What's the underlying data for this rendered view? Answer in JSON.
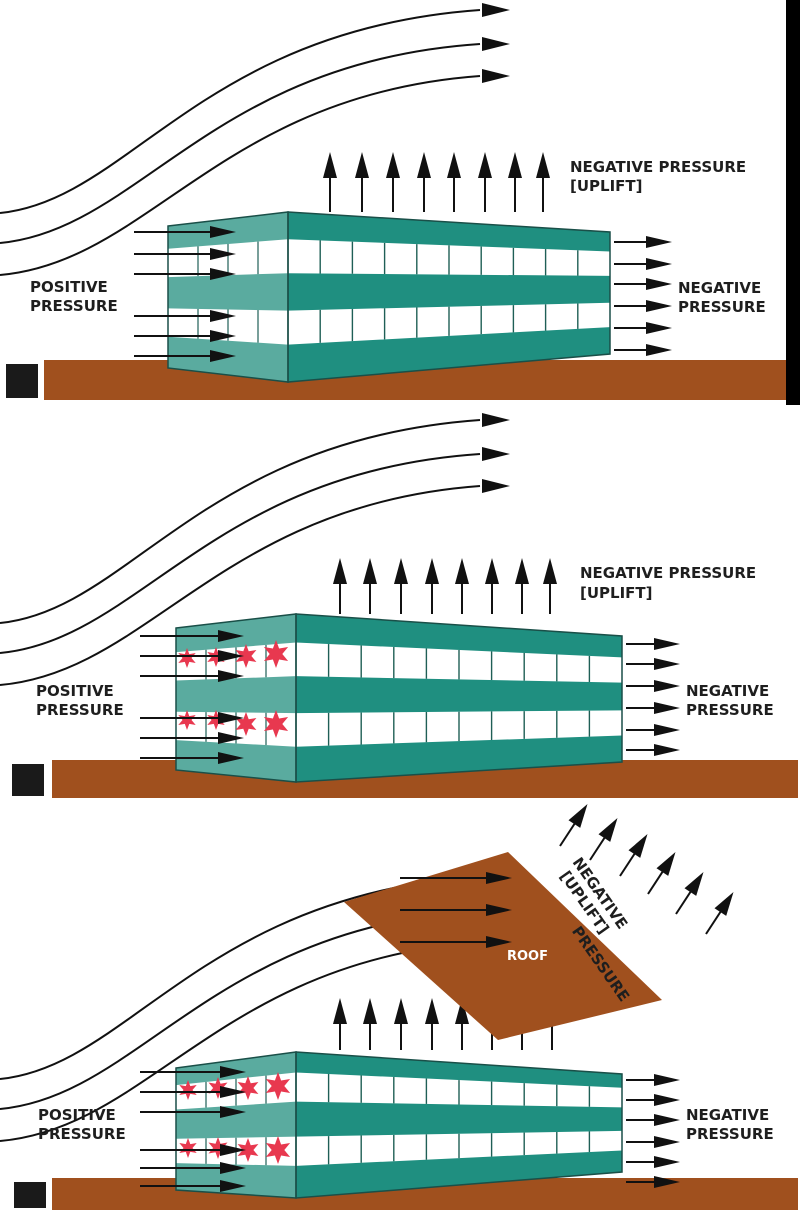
{
  "colors": {
    "teal_front": "#1f8f80",
    "teal_side": "#5aab9f",
    "window": "#ffffff",
    "window_line": "#1f5f56",
    "ground": "#a0501e",
    "roof": "#a0501e",
    "arrow": "#111111",
    "damage": "#e8384f",
    "page_right_border": "#000000"
  },
  "panels": [
    {
      "id": "intact",
      "labels": {
        "negative_top_line1": "NEGATIVE  PRESSURE",
        "negative_top_line2": "[UPLIFT]",
        "positive_line1": "POSITIVE",
        "positive_line2": "PRESSURE",
        "negative_side_line1": "NEGATIVE",
        "negative_side_line2": "PRESSURE"
      }
    },
    {
      "id": "windows-broken",
      "labels": {
        "negative_top_line1": "NEGATIVE  PRESSURE",
        "negative_top_line2": "[UPLIFT]",
        "positive_line1": "POSITIVE",
        "positive_line2": "PRESSURE",
        "negative_side_line1": "NEGATIVE",
        "negative_side_line2": "PRESSURE"
      }
    },
    {
      "id": "roof-lifted",
      "labels": {
        "negative_top_line1": "NEGATIVE",
        "negative_top_line2": "[UPLIFT]",
        "negative_top_line3": "PRESSURE",
        "positive_line1": "POSITIVE",
        "positive_line2": "PRESSURE",
        "negative_side_line1": "NEGATIVE",
        "negative_side_line2": "PRESSURE",
        "roof_label": "ROOF"
      }
    }
  ]
}
